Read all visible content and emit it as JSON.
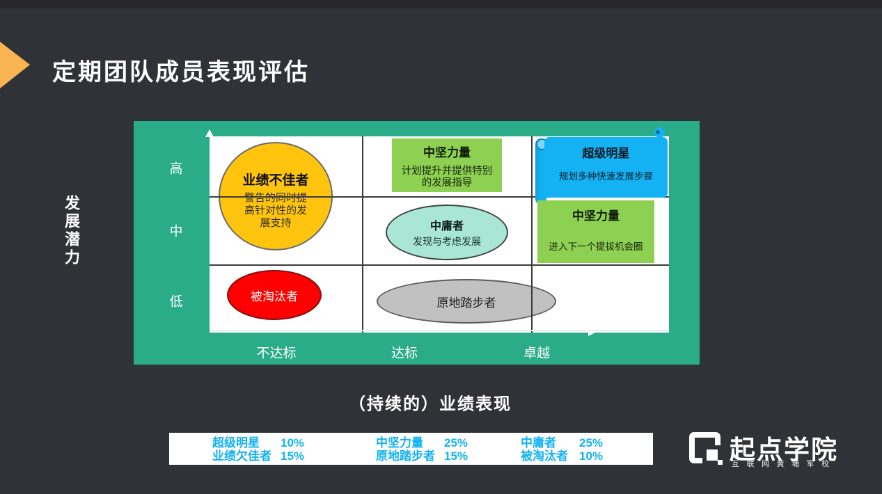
{
  "title": "定期团队成员表现评估",
  "y_axis": {
    "title": "发展潜力",
    "ticks": [
      "高",
      "中",
      "低"
    ]
  },
  "x_axis": {
    "title": "（持续的）业绩表现",
    "ticks": [
      "不达标",
      "达标",
      "卓越"
    ]
  },
  "matrix": {
    "underperformer": {
      "title": "业绩不佳者",
      "desc": "警告的同时提高针对性的发展支持"
    },
    "backbone_top": {
      "title": "中坚力量",
      "desc": "计划提升并提供特别的发展指导"
    },
    "superstar": {
      "title": "超级明星",
      "desc": "规划多种快速发展步骤"
    },
    "average": {
      "title": "中庸者",
      "desc": "发现与考虑发展"
    },
    "backbone_right": {
      "title": "中坚力量",
      "desc": "进入下一个提拔机会圈"
    },
    "eliminated": {
      "title": "被淘汰者"
    },
    "stagnant": {
      "title": "原地踏步者"
    }
  },
  "stats": {
    "columns": [
      {
        "rows": [
          {
            "label": "超级明星",
            "value": "10%"
          },
          {
            "label": "业绩欠佳者",
            "value": "15%"
          }
        ]
      },
      {
        "rows": [
          {
            "label": "中坚力量",
            "value": "25%"
          },
          {
            "label": "原地踏步者",
            "value": "15%"
          }
        ]
      },
      {
        "rows": [
          {
            "label": "中庸者",
            "value": "25%"
          },
          {
            "label": "被淘汰者",
            "value": "10%"
          }
        ]
      }
    ]
  },
  "logo": {
    "brand": "起点学院",
    "tagline": "互联网黄埔军校"
  },
  "colors": {
    "background": "#2f3237",
    "accent_orange": "#f8b552",
    "panel_teal": "#2aac88",
    "box_green": "#8ed052",
    "scroll_blue": "#14b1f3",
    "circle_yellow": "#ffc40d",
    "ellipse_teal": "#a9e6d3",
    "ellipse_red": "#ff0000",
    "ellipse_gray": "#c1c1c1",
    "stats_cyan": "#12b2f2"
  }
}
